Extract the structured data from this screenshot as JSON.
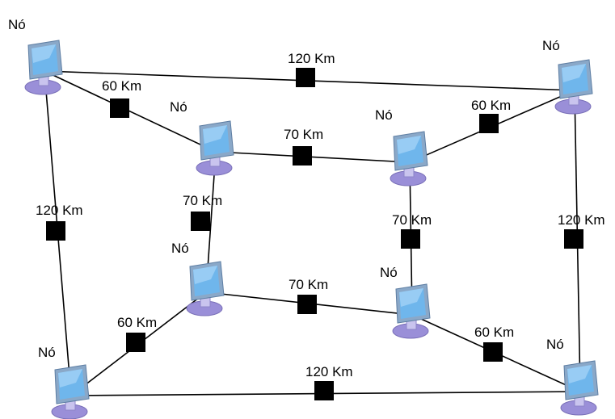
{
  "colors": {
    "background": "#ffffff",
    "line": "#000000",
    "midpoint_box": "#000000",
    "monitor_screen": "#6fb6ec",
    "monitor_frame": "#8aa8c8",
    "monitor_base": "#9a8fd8"
  },
  "nodes": [
    {
      "id": "n1",
      "label": "Nó",
      "icon": "computer-monitor-icon"
    },
    {
      "id": "n2",
      "label": "Nó",
      "icon": "computer-monitor-icon"
    },
    {
      "id": "n3",
      "label": "Nó",
      "icon": "computer-monitor-icon"
    },
    {
      "id": "n4",
      "label": "Nó",
      "icon": "computer-monitor-icon"
    },
    {
      "id": "n5",
      "label": "Nó",
      "icon": "computer-monitor-icon"
    },
    {
      "id": "n6",
      "label": "Nó",
      "icon": "computer-monitor-icon"
    },
    {
      "id": "n7",
      "label": "Nó",
      "icon": "computer-monitor-icon"
    },
    {
      "id": "n8",
      "label": "Nó",
      "icon": "computer-monitor-icon"
    }
  ],
  "links": [
    {
      "from": "n1",
      "to": "n2",
      "label": "120 Km"
    },
    {
      "from": "n1",
      "to": "n3",
      "label": "60 Km"
    },
    {
      "from": "n3",
      "to": "n4",
      "label": "70 Km"
    },
    {
      "from": "n4",
      "to": "n2",
      "label": "60 Km"
    },
    {
      "from": "n1",
      "to": "n7",
      "label": "120 Km"
    },
    {
      "from": "n3",
      "to": "n5",
      "label": "70 Km"
    },
    {
      "from": "n4",
      "to": "n6",
      "label": "70 Km"
    },
    {
      "from": "n2",
      "to": "n8",
      "label": "120 Km"
    },
    {
      "from": "n5",
      "to": "n6",
      "label": "70 Km"
    },
    {
      "from": "n7",
      "to": "n5",
      "label": "60 Km"
    },
    {
      "from": "n6",
      "to": "n8",
      "label": "60 Km"
    },
    {
      "from": "n7",
      "to": "n8",
      "label": "120 Km"
    }
  ]
}
